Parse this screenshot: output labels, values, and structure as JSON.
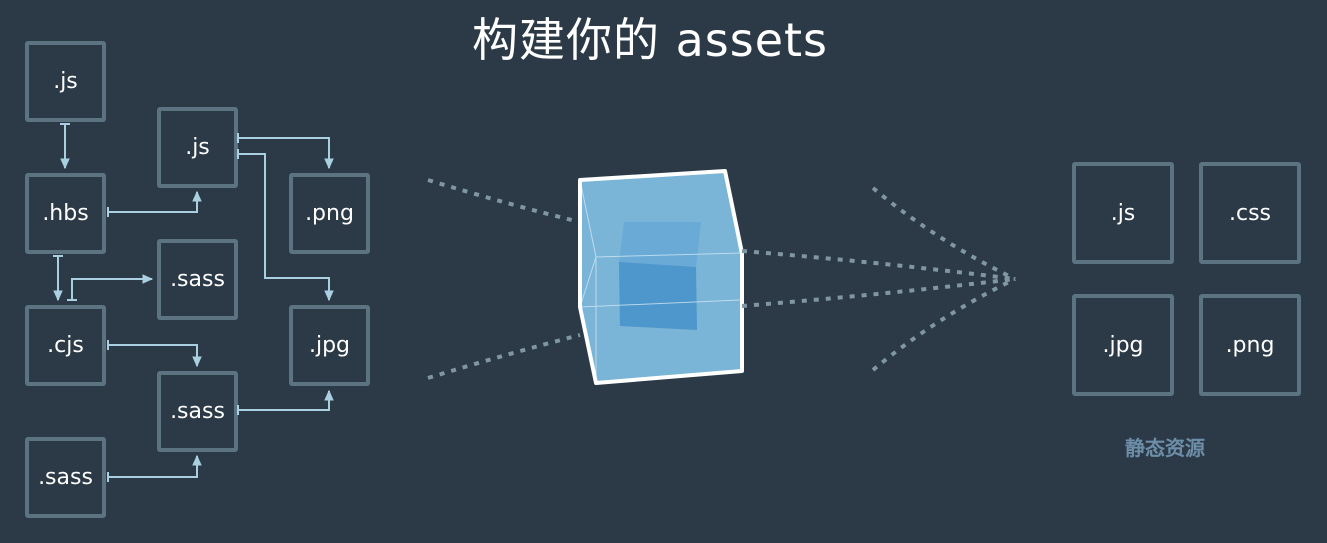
{
  "title": "构建你的 assets",
  "sources": {
    "js_1": ".js",
    "js_2": ".js",
    "hbs": ".hbs",
    "png": ".png",
    "sass_1": ".sass",
    "cjs": ".cjs",
    "jpg": ".jpg",
    "sass_2": ".sass",
    "sass_3": ".sass"
  },
  "outputs": {
    "js": ".js",
    "css": ".css",
    "jpg": ".jpg",
    "png": ".png"
  },
  "outputs_caption": "静态资源",
  "colors": {
    "background": "#2b3a46",
    "box_border": "#5c7382",
    "arrow": "#a9cfe0",
    "dotted_line": "#8196a3",
    "cube": "#7ab4d6",
    "inner_cube": "#4d97cc",
    "caption": "#6d8ea8"
  }
}
